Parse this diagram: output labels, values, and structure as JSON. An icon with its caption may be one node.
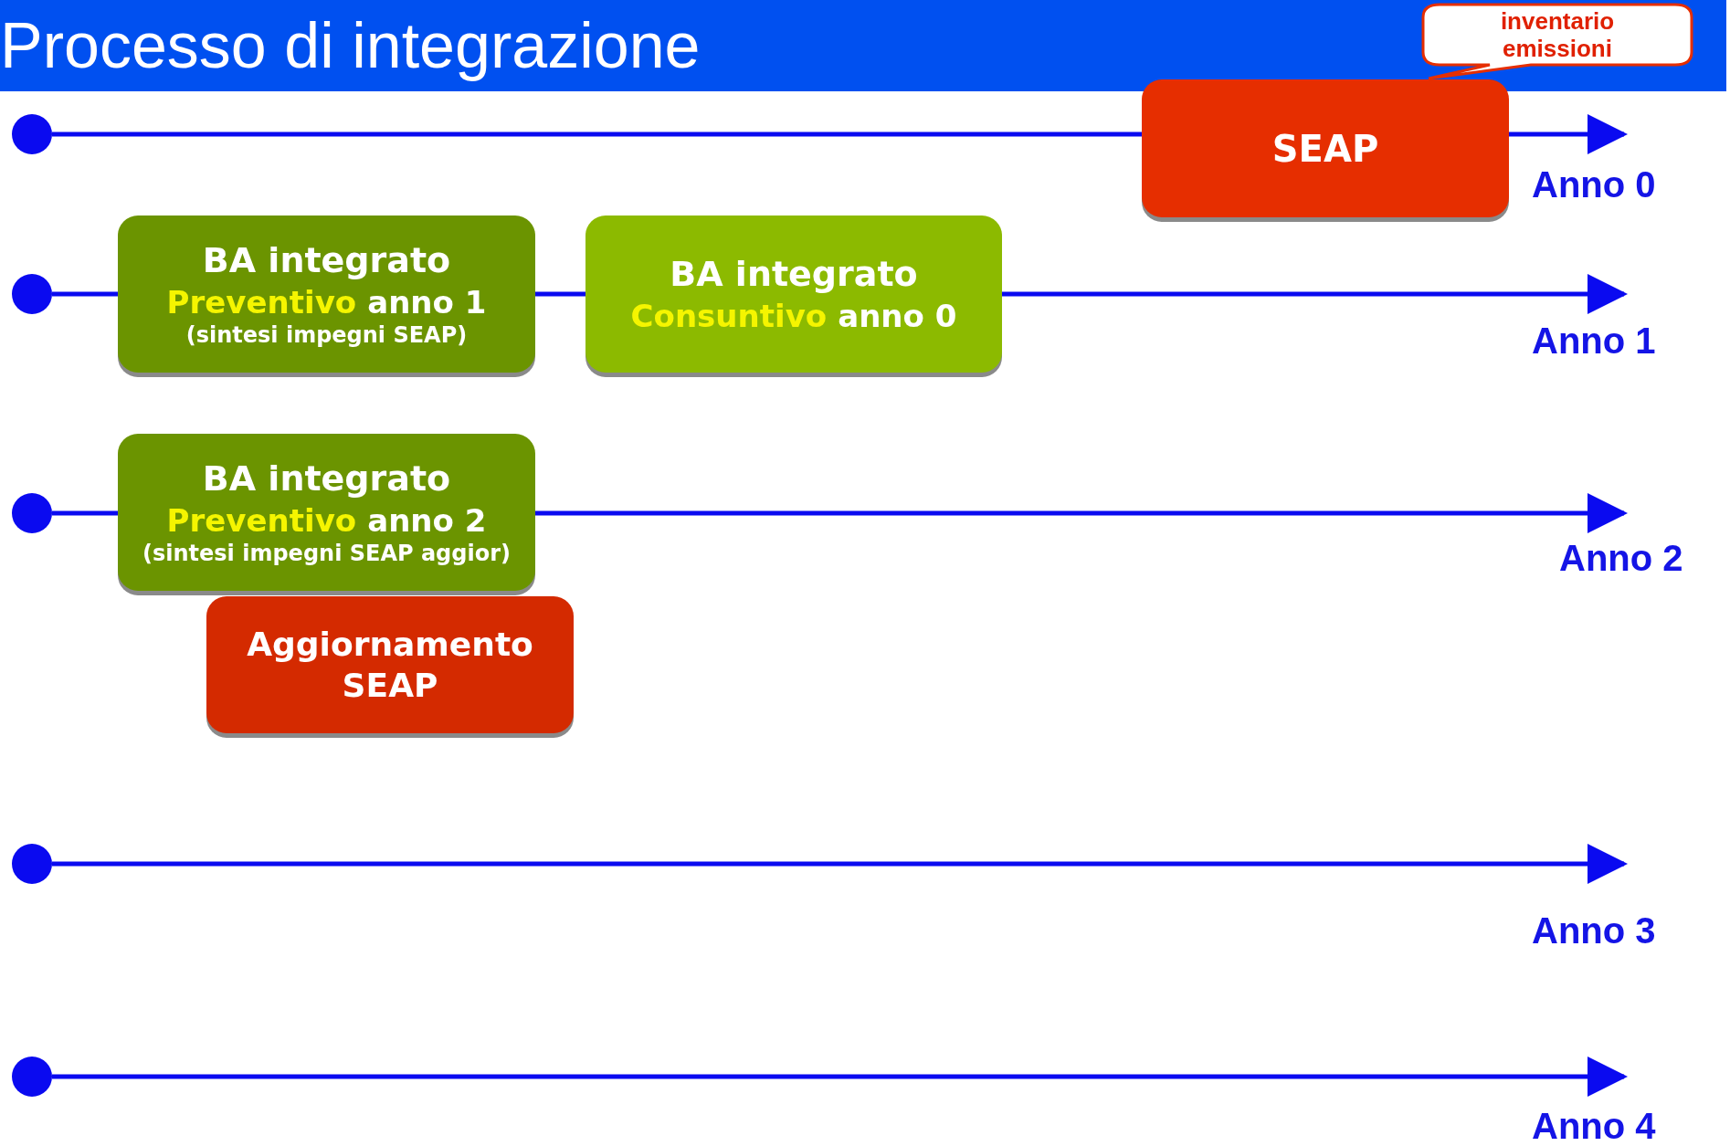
{
  "diagram": {
    "title": "Processo di integrazione",
    "nodes": [
      {
        "text": [],
        "shape": "circle"
      },
      {
        "text": [
          "SEAP"
        ]
      },
      {
        "text": [
          "inventario emissioni"
        ]
      },
      {
        "text": [],
        "shape": "circle"
      },
      {
        "text": [
          "BA integrato",
          "Preventivo",
          "anno 1",
          "(sintesi impegni SEAP)"
        ]
      },
      {
        "text": [
          "BA integrato",
          "Consuntivo",
          "anno 0"
        ]
      },
      {
        "text": [],
        "shape": "circle"
      },
      {
        "text": [
          "BA integrato",
          "Preventivo",
          "anno 2",
          "(sintesi impegni SEAP aggior)"
        ]
      },
      {
        "text": [
          "Aggiornamento SEAP"
        ]
      },
      {
        "text": [],
        "shape": "circle"
      },
      {
        "text": [],
        "shape": "circle"
      }
    ],
    "edges": [
      {
        "from": 0,
        "to": null,
        "arrow": "to"
      },
      {
        "from": 3,
        "to": null,
        "arrow": "to"
      },
      {
        "from": 6,
        "to": null,
        "arrow": "to"
      },
      {
        "from": 9,
        "to": null,
        "arrow": "to"
      },
      {
        "from": 10,
        "to": null,
        "arrow": "to"
      }
    ],
    "labels": [
      "Anno 0",
      "Anno 1",
      "Anno 2",
      "Anno 3",
      "Anno 4"
    ]
  }
}
